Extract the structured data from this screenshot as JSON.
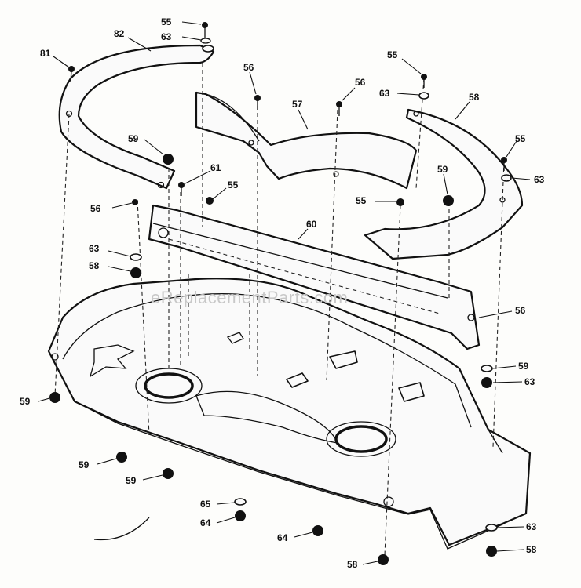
{
  "watermark": "eReplacementParts.com",
  "callouts": [
    {
      "id": "c1",
      "text": "55"
    },
    {
      "id": "c2",
      "text": "63"
    },
    {
      "id": "c3",
      "text": "81"
    },
    {
      "id": "c4",
      "text": "82"
    },
    {
      "id": "c5",
      "text": "56"
    },
    {
      "id": "c6",
      "text": "56"
    },
    {
      "id": "c7",
      "text": "57"
    },
    {
      "id": "c8",
      "text": "55"
    },
    {
      "id": "c9",
      "text": "63"
    },
    {
      "id": "c10",
      "text": "58"
    },
    {
      "id": "c11",
      "text": "59"
    },
    {
      "id": "c12",
      "text": "61"
    },
    {
      "id": "c13",
      "text": "55"
    },
    {
      "id": "c14",
      "text": "56"
    },
    {
      "id": "c15",
      "text": "55"
    },
    {
      "id": "c16",
      "text": "63"
    },
    {
      "id": "c17",
      "text": "59"
    },
    {
      "id": "c18",
      "text": "55"
    },
    {
      "id": "c19",
      "text": "60"
    },
    {
      "id": "c20",
      "text": "63"
    },
    {
      "id": "c21",
      "text": "58"
    },
    {
      "id": "c22",
      "text": "56"
    },
    {
      "id": "c23",
      "text": "59"
    },
    {
      "id": "c24",
      "text": "63"
    },
    {
      "id": "c25",
      "text": "59"
    },
    {
      "id": "c26",
      "text": "59"
    },
    {
      "id": "c27",
      "text": "59"
    },
    {
      "id": "c28",
      "text": "65"
    },
    {
      "id": "c29",
      "text": "64"
    },
    {
      "id": "c30",
      "text": "64"
    },
    {
      "id": "c31",
      "text": "58"
    },
    {
      "id": "c32",
      "text": "63"
    },
    {
      "id": "c33",
      "text": "58"
    }
  ]
}
